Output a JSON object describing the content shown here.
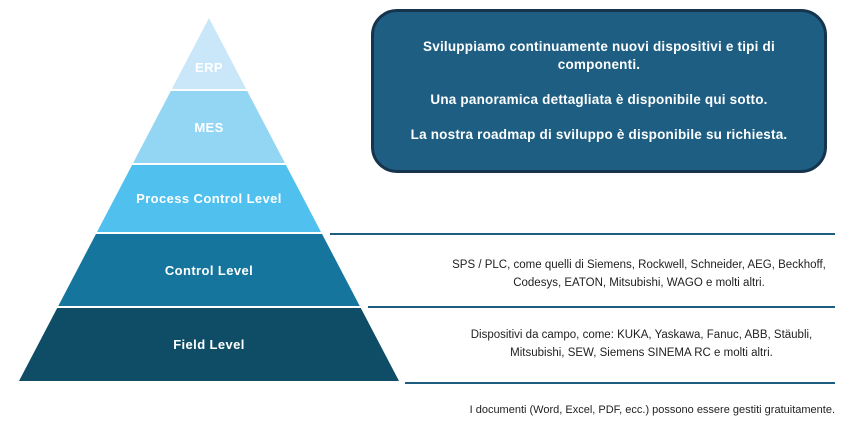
{
  "pyramid": {
    "levels": [
      {
        "label": "ERP",
        "color": "#c9e7f8"
      },
      {
        "label": "MES",
        "color": "#93d6f4"
      },
      {
        "label": "Process Control Level",
        "color": "#50c1ee"
      },
      {
        "label": "Control Level",
        "color": "#16759d"
      },
      {
        "label": "Field Level",
        "color": "#0f4d66"
      }
    ]
  },
  "callout": {
    "background": "#1d5e82",
    "border_color": "#16344e",
    "paragraphs": [
      "Sviluppiamo continuamente nuovi dispositivi e tipi di componenti.",
      "Una panoramica dettagliata è disponibile qui sotto.",
      "La nostra roadmap di sviluppo è disponibile su richiesta."
    ]
  },
  "annotations": {
    "control_level": "SPS / PLC, come quelli di Siemens, Rockwell, Schneider, AEG, Beckhoff, Codesys, EATON, Mitsubishi, WAGO e molti altri.",
    "field_level": "Dispositivi da campo, come: KUKA, Yaskawa, Fanuc, ABB, Stäubli, Mitsubishi, SEW, Siemens SINEMA RC e molti altri.",
    "documents_note": "I documenti (Word, Excel, PDF, ecc.) possono essere gestiti gratuitamente."
  },
  "divider_color": "#1e5c80"
}
